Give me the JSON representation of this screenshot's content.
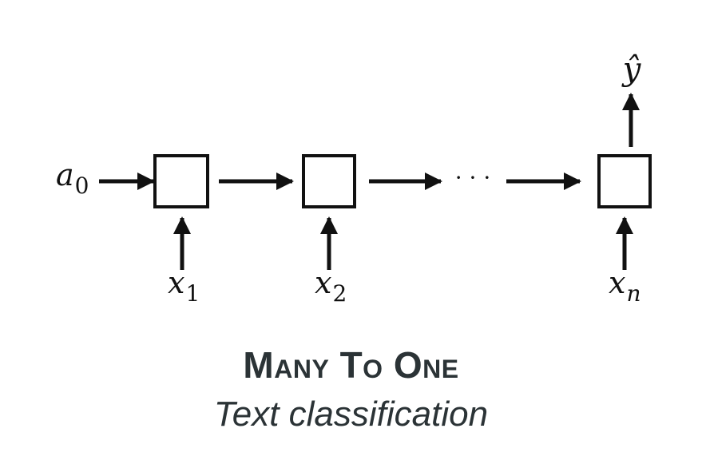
{
  "diagram": {
    "initial_state": {
      "base": "a",
      "subscript": "0"
    },
    "inputs": [
      {
        "base": "x",
        "subscript": "1"
      },
      {
        "base": "x",
        "subscript": "2"
      },
      {
        "base": "x",
        "subscript": "n"
      }
    ],
    "ellipsis": "· · ·",
    "output": {
      "base": "ŷ"
    }
  },
  "caption": {
    "title": "Many To One",
    "subtitle": "Text classification"
  }
}
